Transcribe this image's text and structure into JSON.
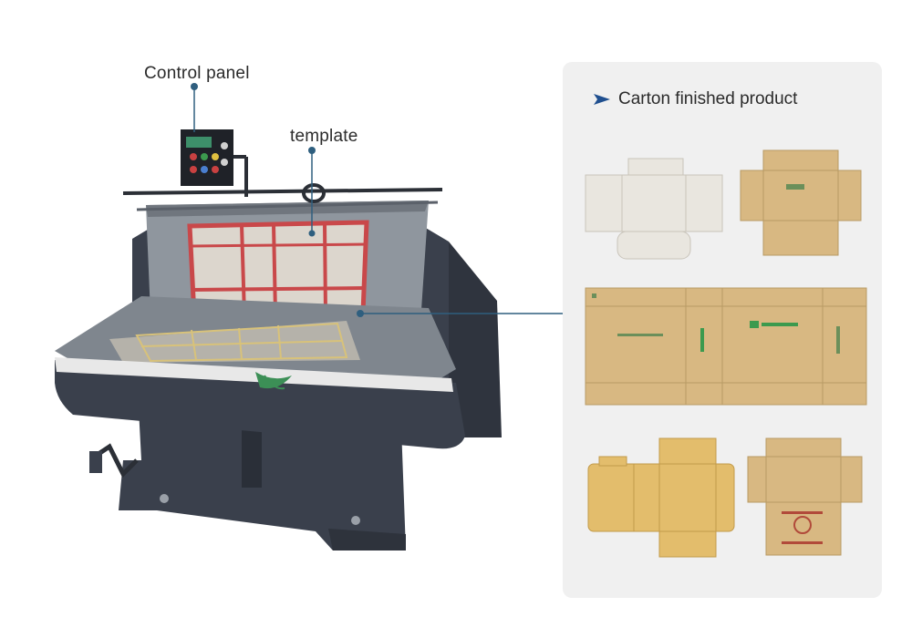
{
  "callouts": {
    "control_panel": "Control panel",
    "template": "template"
  },
  "panel": {
    "title": "Carton finished product"
  },
  "colors": {
    "accent": "#1f4f8f",
    "leader": "#2f5f7f",
    "panel_bg": "#f0f0f0",
    "machine_body": "#3a404c",
    "kraft": "#d8b882",
    "yellow_kraft": "#e3bd6c",
    "white_carton": "#e9e6df",
    "template_red": "#c9484a"
  },
  "icons": {
    "title_marker": "arrow-right-icon"
  }
}
